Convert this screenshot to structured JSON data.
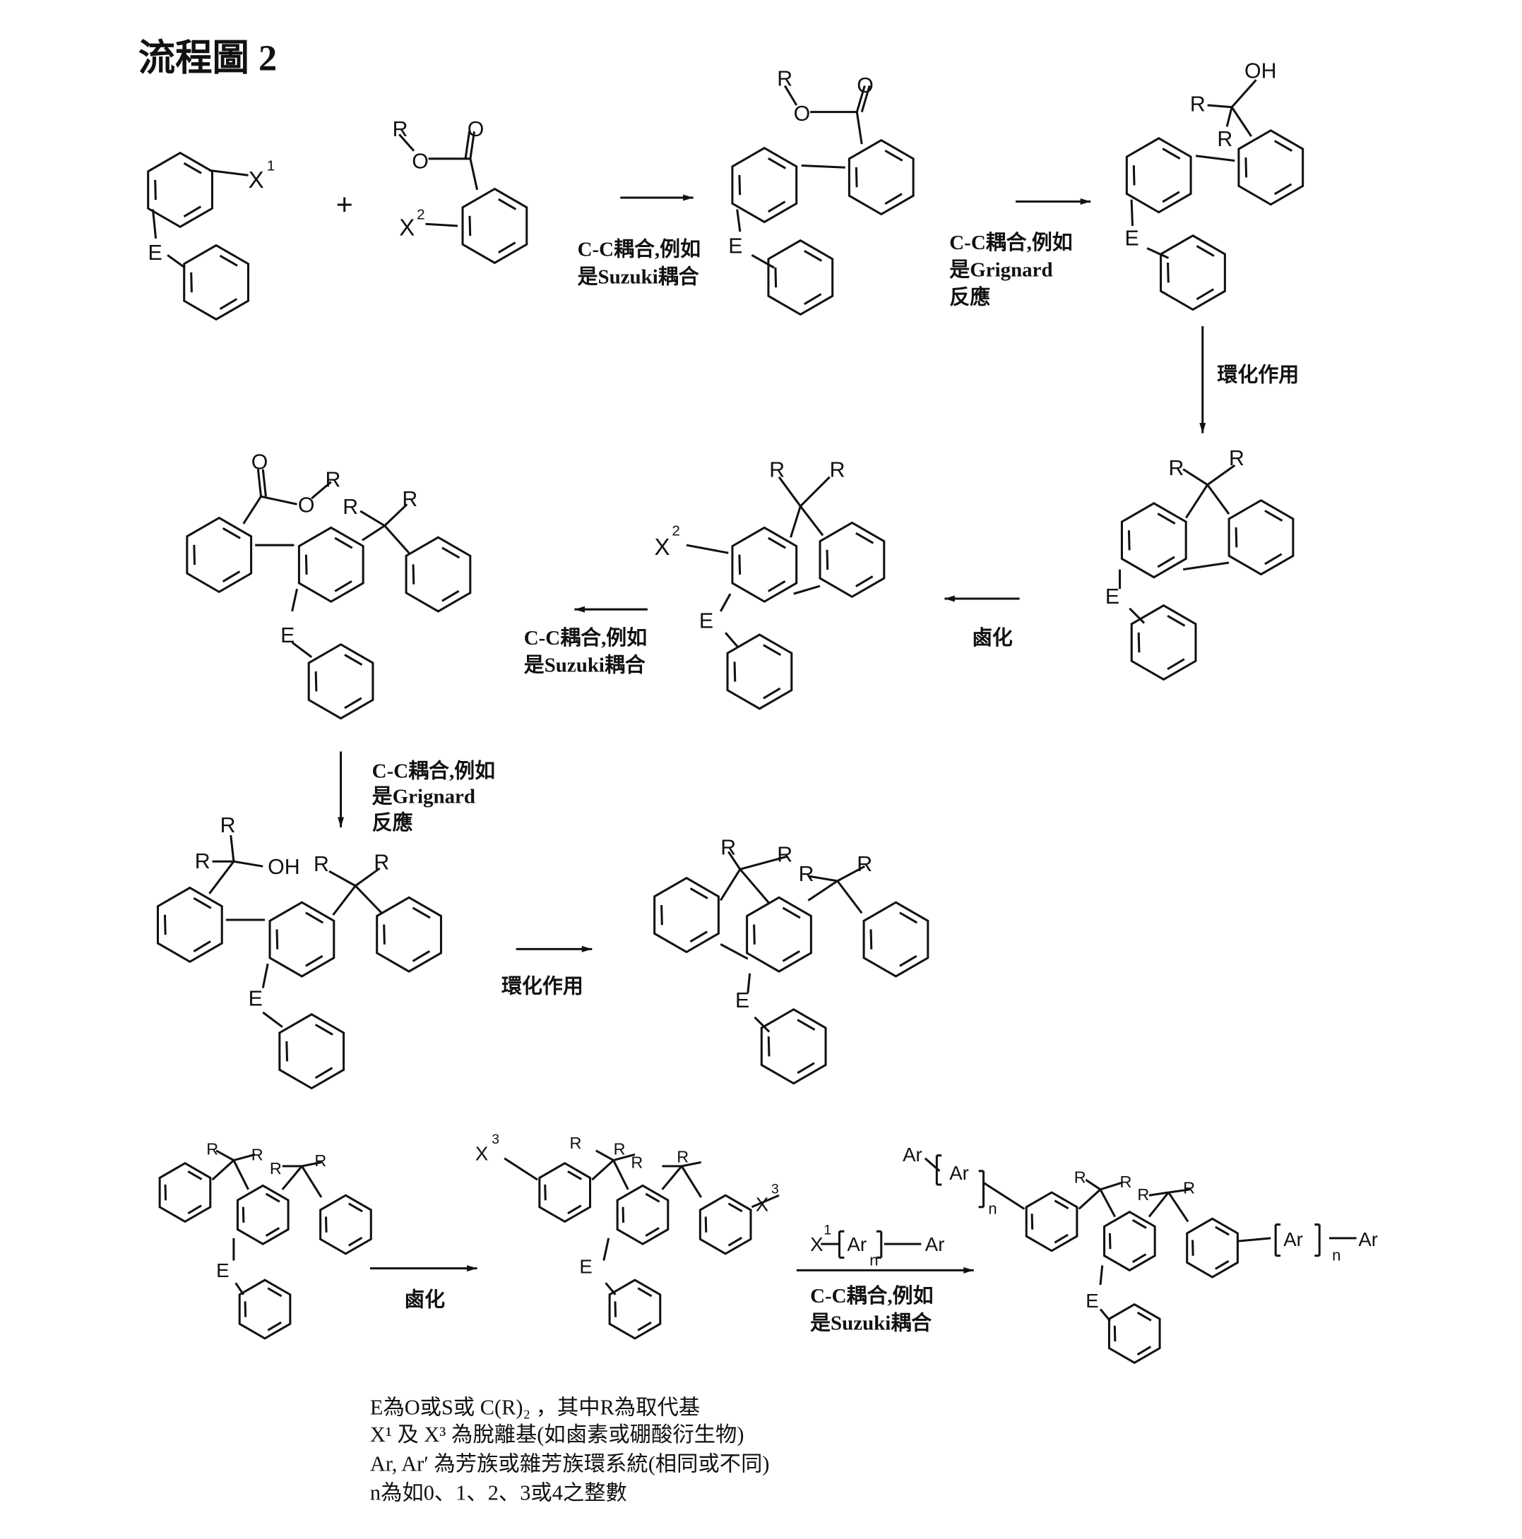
{
  "title": "流程圖 2",
  "molecules": [
    {
      "id": "m1",
      "labels": [
        "E",
        "X",
        "1"
      ]
    },
    {
      "id": "m2",
      "labels": [
        "R",
        "O",
        "O",
        "X",
        "2"
      ]
    },
    {
      "id": "m3",
      "labels": [
        "R",
        "O",
        "O",
        "E"
      ]
    },
    {
      "id": "m4",
      "labels": [
        "OH",
        "R",
        "R",
        "E"
      ]
    },
    {
      "id": "m5",
      "labels": [
        "R",
        "R",
        "E"
      ]
    },
    {
      "id": "m6",
      "labels": [
        "R",
        "R",
        "X",
        "2",
        "E"
      ]
    },
    {
      "id": "m7",
      "labels": [
        "O",
        "O",
        "R",
        "R",
        "R",
        "E"
      ]
    },
    {
      "id": "m8",
      "labels": [
        "R",
        "R",
        "OH",
        "R",
        "R",
        "E"
      ]
    },
    {
      "id": "m9",
      "labels": [
        "R",
        "R",
        "R",
        "R",
        "E"
      ]
    },
    {
      "id": "m10",
      "labels": [
        "R",
        "R",
        "R",
        "R",
        "E"
      ]
    },
    {
      "id": "m11",
      "labels": [
        "X",
        "3",
        "R",
        "R",
        "R",
        "R",
        "X",
        "3",
        "E"
      ]
    },
    {
      "id": "m12",
      "labels": [
        "Ar",
        "Ar",
        "n",
        "R",
        "R",
        "R",
        "R",
        "Ar",
        "n",
        "Ar",
        "E"
      ]
    }
  ],
  "plus_sign": "+",
  "steps": [
    {
      "id": "s1",
      "lines": [
        "C-C耦合,例如",
        "是Suzuki耦合"
      ]
    },
    {
      "id": "s2",
      "lines": [
        "C-C耦合,例如",
        "是Grignard",
        "反應"
      ]
    },
    {
      "id": "s3",
      "lines": [
        "環化作用"
      ]
    },
    {
      "id": "s4",
      "lines": [
        "鹵化"
      ]
    },
    {
      "id": "s5",
      "lines": [
        "C-C耦合,例如",
        "是Suzuki耦合"
      ]
    },
    {
      "id": "s6",
      "lines": [
        "C-C耦合,例如",
        "是Grignard",
        "反應"
      ]
    },
    {
      "id": "s7",
      "lines": [
        "環化作用"
      ]
    },
    {
      "id": "s8",
      "lines": [
        "鹵化"
      ]
    },
    {
      "id": "s9",
      "lines": [
        "C-C耦合,例如",
        "是Suzuki耦合"
      ],
      "reagent": [
        "X",
        "1",
        "Ar",
        "n",
        "Ar"
      ]
    }
  ],
  "legend": [
    "E為O或S或 C(R)₂ ，其中R為取代基",
    "X¹ 及 X³ 為脫離基(如鹵素或硼酸衍生物)",
    "Ar, Ar′ 為芳族或雜芳族環系統(相同或不同)",
    "n為如0、1、2、3或4之整數"
  ]
}
